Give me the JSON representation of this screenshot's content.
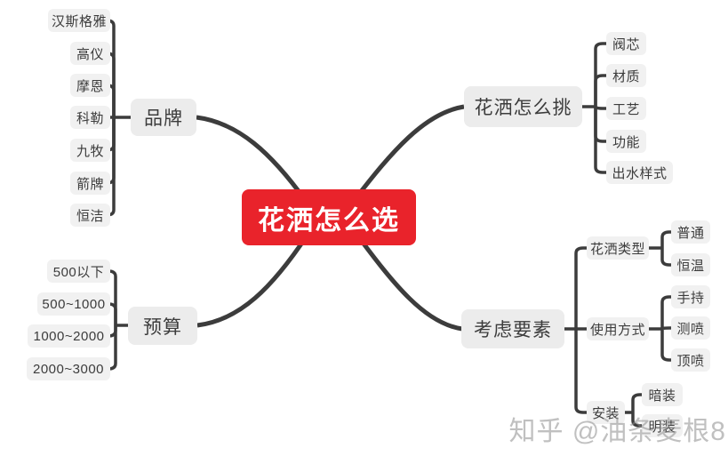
{
  "root": {
    "label": "花洒怎么选"
  },
  "branches": [
    {
      "label": "品牌",
      "children": [
        {
          "label": "汉斯格雅"
        },
        {
          "label": "高仪"
        },
        {
          "label": "摩恩"
        },
        {
          "label": "科勒"
        },
        {
          "label": "九牧"
        },
        {
          "label": "箭牌"
        },
        {
          "label": "恒洁"
        }
      ]
    },
    {
      "label": "花洒怎么挑",
      "children": [
        {
          "label": "阀芯"
        },
        {
          "label": "材质"
        },
        {
          "label": "工艺"
        },
        {
          "label": "功能"
        },
        {
          "label": "出水样式"
        }
      ]
    },
    {
      "label": "预算",
      "children": [
        {
          "label": "500以下"
        },
        {
          "label": "500~1000"
        },
        {
          "label": "1000~2000"
        },
        {
          "label": "2000~3000"
        }
      ]
    },
    {
      "label": "考虑要素",
      "children": [
        {
          "label": "花洒类型",
          "children": [
            {
              "label": "普通"
            },
            {
              "label": "恒温"
            }
          ]
        },
        {
          "label": "使用方式",
          "children": [
            {
              "label": "手持"
            },
            {
              "label": "测喷"
            },
            {
              "label": "顶喷"
            }
          ]
        },
        {
          "label": "安装",
          "children": [
            {
              "label": "暗装"
            },
            {
              "label": "明装"
            }
          ]
        }
      ]
    }
  ],
  "watermark": {
    "text": "知乎 @油条麦根8"
  },
  "colors": {
    "root_bg": "#e9232b",
    "root_text": "#ffffff",
    "node_bg": "#efefef",
    "node_text": "#3c3c3c",
    "line": "#3c3c3c",
    "watermark": "#b9b9b9"
  }
}
